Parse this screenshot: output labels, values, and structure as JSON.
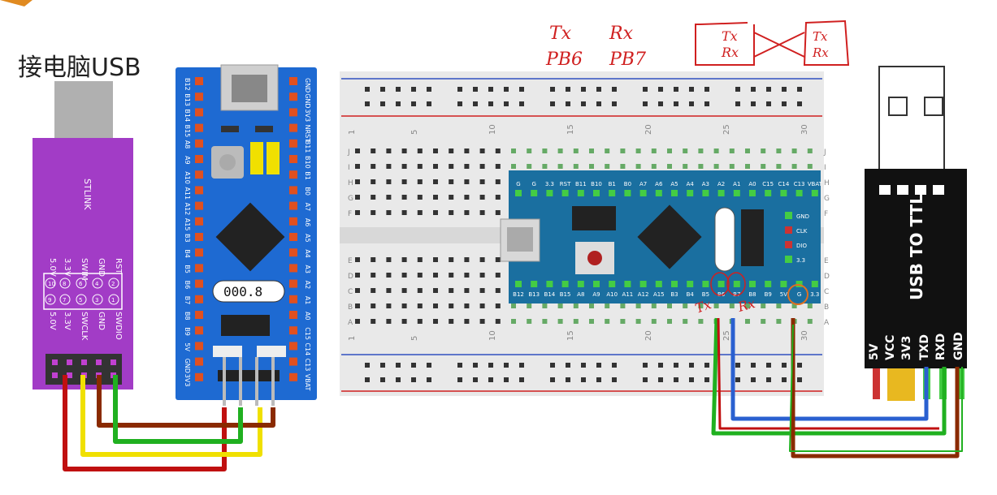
{
  "title": "接电脑USB",
  "stlink": {
    "label": "STLINK",
    "pins_left": [
      "RST",
      "GND",
      "SWIM",
      "3.3V",
      "5.0V"
    ],
    "pins_right": [
      "SWDIO",
      "GND",
      "SWCLK",
      "3.3V",
      "5.0V"
    ],
    "pin_numbers_top": [
      "2",
      "4",
      "6",
      "8",
      "10"
    ],
    "pin_numbers_bottom": [
      "1",
      "3",
      "5",
      "7",
      "9"
    ]
  },
  "bluepill": {
    "left_pins": [
      "B12",
      "B13",
      "B14",
      "B15",
      "A8",
      "A9",
      "A10",
      "A11",
      "A12",
      "A15",
      "B3",
      "B4",
      "B5",
      "B6",
      "B7",
      "B8",
      "B9",
      "5V",
      "GND",
      "3V3"
    ],
    "right_pins": [
      "GND",
      "GND",
      "3V3",
      "NRST",
      "B11",
      "B10",
      "B1",
      "B0",
      "A7",
      "A6",
      "A5",
      "A4",
      "A3",
      "A2",
      "A1",
      "A0",
      "C15",
      "C14",
      "C13",
      "VBAT"
    ],
    "display": "000.8"
  },
  "breadboard": {
    "col_numbers": [
      "1",
      "5",
      "10",
      "15",
      "20",
      "25",
      "30"
    ],
    "row_letters_top": [
      "J",
      "I",
      "H",
      "G",
      "F"
    ],
    "row_letters_bottom": [
      "E",
      "D",
      "C",
      "B",
      "A"
    ]
  },
  "minimodule": {
    "top_pins": [
      "G",
      "G",
      "3.3",
      "RST",
      "B11",
      "B10",
      "B1",
      "B0",
      "A7",
      "A6",
      "A5",
      "A4",
      "A3",
      "A2",
      "A1",
      "A0",
      "C15",
      "C14",
      "C13",
      "VBAT"
    ],
    "bottom_pins": [
      "B12",
      "B13",
      "B14",
      "B15",
      "A8",
      "A9",
      "A10",
      "A11",
      "A12",
      "A15",
      "B3",
      "B4",
      "B5",
      "B6",
      "B7",
      "B8",
      "B9",
      "5V",
      "G",
      "3.3"
    ],
    "side_pins": [
      "GND",
      "CLK",
      "DIO",
      "3.3"
    ]
  },
  "usb_ttl": {
    "label": "USB TO TTL",
    "pins": [
      "5V",
      "VCC",
      "3V3",
      "TXD",
      "RXD",
      "GND"
    ]
  },
  "annotations": {
    "tx": "Tx",
    "rx": "Rx",
    "pb6": "PB6",
    "pb7": "PB7",
    "box_tx": "Tx",
    "box_rx": "Rx",
    "box_right_top": "Tx",
    "box_right_bottom": "Rx",
    "note_tx": "Tx",
    "note_rx": "Rx"
  },
  "colors": {
    "stlink": "#a03cc8",
    "bluepill": "#1e6ad2",
    "minimodule": "#1a6fa0",
    "usbttl": "#111111",
    "wire_red": "#c01010",
    "wire_yellow": "#f0e000",
    "wire_green": "#20b020",
    "wire_brown": "#8a2a00",
    "wire_blue": "#2a60d0",
    "annot": "#d02020"
  }
}
